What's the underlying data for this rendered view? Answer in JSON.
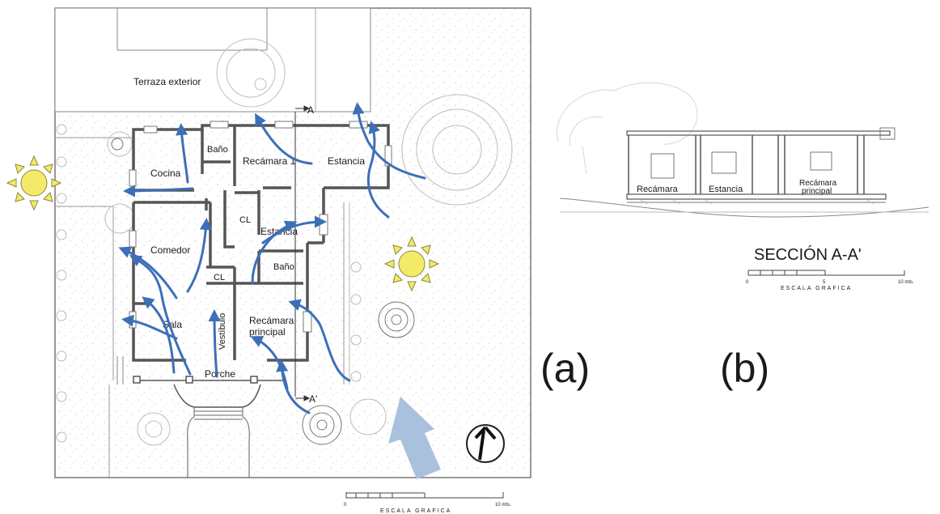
{
  "plan": {
    "rooms": {
      "terraza": "Terraza exterior",
      "bano_top": "Baño",
      "recamara_1": "Recámara 1",
      "estancia_top": "Estancia",
      "cocina": "Cocina",
      "cl_center": "CL",
      "estancia_mid": "Estancia",
      "comedor": "Comedor",
      "bano_mid": "Baño",
      "cl_lower": "CL",
      "sala": "Sala",
      "vestibulo": "Vestíbulo",
      "recamara_principal_l1": "Recámara",
      "recamara_principal_l2": "principal",
      "porche": "Porche"
    },
    "section_mark_top": "A",
    "section_mark_bottom": "A'",
    "scale_start": "0",
    "scale_end": "10 mts.",
    "scale_label": "ESCALA GRAFICA"
  },
  "section": {
    "rooms": {
      "recamara": "Recámara",
      "estancia": "Estancia",
      "recamara_principal_l1": "Recámara",
      "recamara_principal_l2": "principal"
    },
    "title": "SECCIÓN A-A'",
    "scale_start": "0",
    "scale_mid": "5",
    "scale_end": "10 mts.",
    "scale_label": "ESCALA GRAFICA"
  },
  "labels": {
    "a": "(a)",
    "b": "(b)"
  },
  "colors": {
    "airflow_arrow": "#3d6fb8",
    "wind_arrow": "#a9c1dd",
    "sun_fill": "#f3ea6a",
    "wall": "#555555",
    "vegetation": "#bdbdbd"
  },
  "icons": {
    "sun": "sun-icon",
    "north": "north-arrow-icon",
    "wind": "wind-direction-arrow"
  }
}
